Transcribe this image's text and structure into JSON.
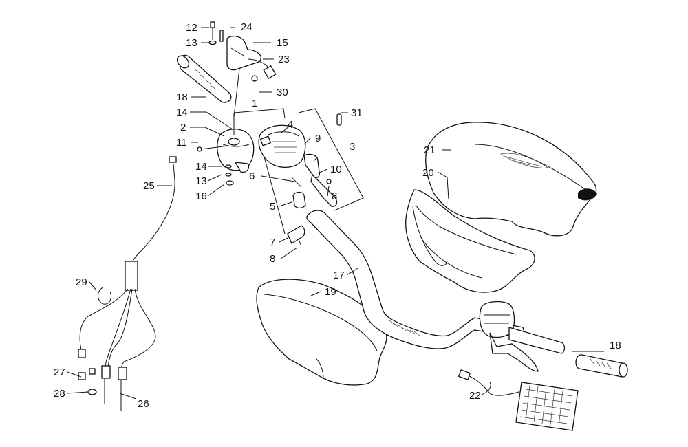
{
  "callouts": [
    {
      "id": "c12a",
      "text": "12"
    },
    {
      "id": "c24",
      "text": "24"
    },
    {
      "id": "c13a",
      "text": "13"
    },
    {
      "id": "c15",
      "text": "15"
    },
    {
      "id": "c23",
      "text": "23"
    },
    {
      "id": "c18a",
      "text": "18"
    },
    {
      "id": "c30",
      "text": "30"
    },
    {
      "id": "c1",
      "text": "1"
    },
    {
      "id": "c14a",
      "text": "14"
    },
    {
      "id": "c31",
      "text": "31"
    },
    {
      "id": "c2",
      "text": "2"
    },
    {
      "id": "c4",
      "text": "4"
    },
    {
      "id": "c11",
      "text": "11"
    },
    {
      "id": "c3",
      "text": "3"
    },
    {
      "id": "c9",
      "text": "9"
    },
    {
      "id": "c21",
      "text": "21"
    },
    {
      "id": "c14b",
      "text": "14"
    },
    {
      "id": "c10",
      "text": "10"
    },
    {
      "id": "c20",
      "text": "20"
    },
    {
      "id": "c25",
      "text": "25"
    },
    {
      "id": "c6",
      "text": "6"
    },
    {
      "id": "c13b",
      "text": "13"
    },
    {
      "id": "c8a",
      "text": "8"
    },
    {
      "id": "c16",
      "text": "16"
    },
    {
      "id": "c5",
      "text": "5"
    },
    {
      "id": "c7",
      "text": "7"
    },
    {
      "id": "c8b",
      "text": "8"
    },
    {
      "id": "c17",
      "text": "17"
    },
    {
      "id": "c29",
      "text": "29"
    },
    {
      "id": "c19",
      "text": "19"
    },
    {
      "id": "c18b",
      "text": "18"
    },
    {
      "id": "c27",
      "text": "27"
    },
    {
      "id": "c22",
      "text": "22"
    },
    {
      "id": "c28",
      "text": "28"
    },
    {
      "id": "c26",
      "text": "26"
    }
  ]
}
